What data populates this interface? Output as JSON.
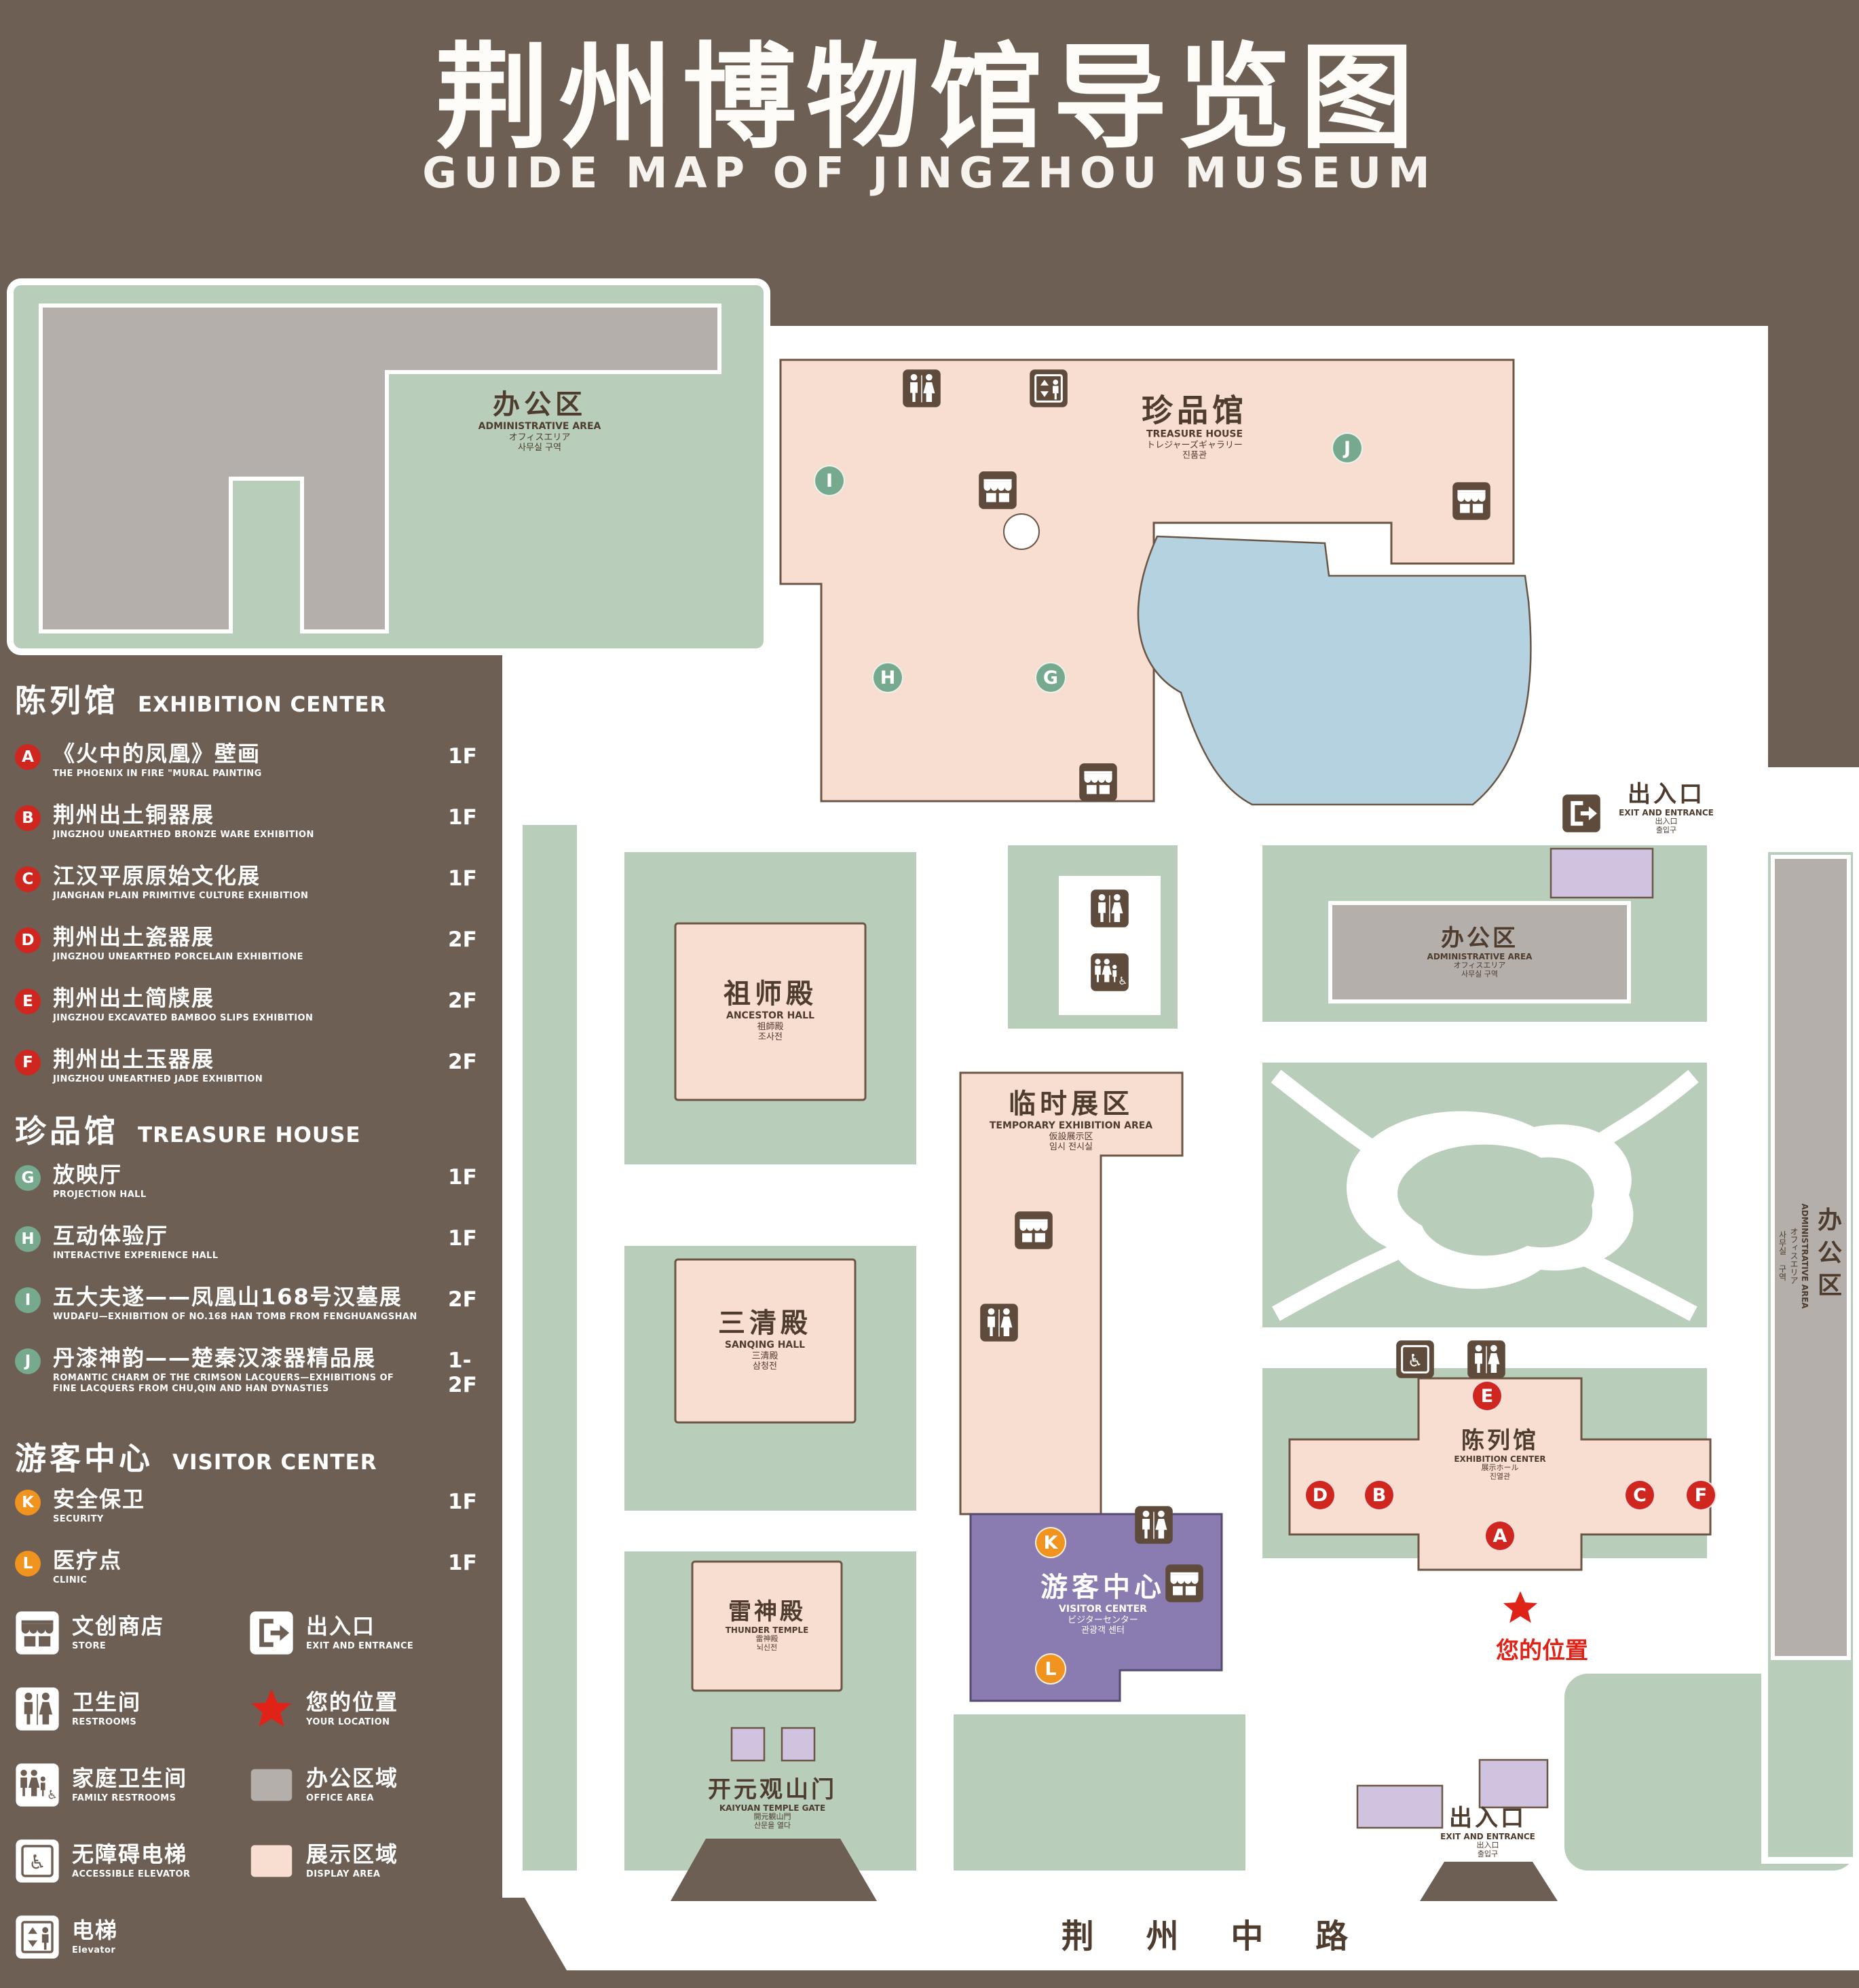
{
  "header": {
    "title": "荆州博物馆导览图",
    "subtitle": "GUIDE MAP OF JINGZHOU MUSEUM"
  },
  "legend": {
    "sections": [
      {
        "zh": "陈列馆",
        "en": "EXHIBITION CENTER",
        "badge_color": "#cf2720",
        "items": [
          {
            "key": "A",
            "zh": "《火中的凤凰》壁画",
            "en": "THE PHOENIX IN FIRE \"MURAL PAINTING",
            "floor": "1F"
          },
          {
            "key": "B",
            "zh": "荆州出土铜器展",
            "en": "JINGZHOU UNEARTHED BRONZE WARE EXHIBITION",
            "floor": "1F"
          },
          {
            "key": "C",
            "zh": "江汉平原原始文化展",
            "en": "JIANGHAN PLAIN PRIMITIVE CULTURE EXHIBITION",
            "floor": "1F"
          },
          {
            "key": "D",
            "zh": "荆州出土瓷器展",
            "en": "JINGZHOU UNEARTHED PORCELAIN EXHIBITIONE",
            "floor": "2F"
          },
          {
            "key": "E",
            "zh": "荆州出土简牍展",
            "en": "JINGZHOU EXCAVATED BAMBOO SLIPS EXHIBITION",
            "floor": "2F"
          },
          {
            "key": "F",
            "zh": "荆州出土玉器展",
            "en": "JINGZHOU UNEARTHED JADE EXHIBITION",
            "floor": "2F"
          }
        ]
      },
      {
        "zh": "珍品馆",
        "en": "TREASURE HOUSE",
        "badge_color": "#76a98e",
        "items": [
          {
            "key": "G",
            "zh": "放映厅",
            "en": "PROJECTION HALL",
            "floor": "1F"
          },
          {
            "key": "H",
            "zh": "互动体验厅",
            "en": "INTERACTIVE EXPERIENCE HALL",
            "floor": "1F"
          },
          {
            "key": "I",
            "zh": "五大夫遂——凤凰山168号汉墓展",
            "en": "WUDAFU—EXHIBITION OF NO.168 HAN TOMB FROM FENGHUANGSHAN",
            "floor": "2F"
          },
          {
            "key": "J",
            "zh": "丹漆神韵——楚秦汉漆器精品展",
            "en": "ROMANTIC CHARM OF THE CRIMSON LACQUERS—EXHIBITIONS OF FINE LACQUERS FROM CHU,QIN AND HAN DYNASTIES",
            "floor": "1-2F"
          }
        ]
      },
      {
        "zh": "游客中心",
        "en": "VISITOR CENTER",
        "badge_color": "#f0931f",
        "items": [
          {
            "key": "K",
            "zh": "安全保卫",
            "en": "SECURITY",
            "floor": "1F"
          },
          {
            "key": "L",
            "zh": "医疗点",
            "en": "CLINIC",
            "floor": "1F"
          }
        ]
      }
    ],
    "symbols": [
      {
        "icon": "store",
        "zh": "文创商店",
        "en": "STORE"
      },
      {
        "icon": "exit",
        "zh": "出入口",
        "en": "EXIT AND ENTRANCE"
      },
      {
        "icon": "restroom",
        "zh": "卫生间",
        "en": "RESTROOMS"
      },
      {
        "icon": "location",
        "zh": "您的位置",
        "en": "YOUR LOCATION"
      },
      {
        "icon": "family-restroom",
        "zh": "家庭卫生间",
        "en": "FAMILY RESTROOMS"
      },
      {
        "icon": "office-swatch",
        "zh": "办公区域",
        "en": "OFFICE AREA"
      },
      {
        "icon": "accessible-elevator",
        "zh": "无障碍电梯",
        "en": "ACCESSIBLE ELEVATOR"
      },
      {
        "icon": "display-swatch",
        "zh": "展示区域",
        "en": "DISPLAY AREA"
      },
      {
        "icon": "elevator",
        "zh": "电梯",
        "en": "Elevator"
      }
    ]
  },
  "map": {
    "labels": {
      "admin": {
        "zh": "办公区",
        "en": "ADMINISTRATIVE AREA",
        "ja": "オフィスエリア",
        "ko": "사무실 구역"
      },
      "treasure": {
        "zh": "珍品馆",
        "en": "TREASURE HOUSE",
        "ja": "トレジャーズギャラリー",
        "ko": "진품관"
      },
      "ancestor": {
        "zh": "祖师殿",
        "en": "ANCESTOR HALL",
        "ja": "祖師殿",
        "ko": "조사전"
      },
      "temporary": {
        "zh": "临时展区",
        "en": "TEMPORARY EXHIBITION AREA",
        "ja": "仮設展示区",
        "ko": "임시 전시실"
      },
      "sanqing": {
        "zh": "三清殿",
        "en": "SANQING HALL",
        "ja": "三清殿",
        "ko": "삼청전"
      },
      "thunder": {
        "zh": "雷神殿",
        "en": "THUNDER TEMPLE",
        "ja": "雷神殿",
        "ko": "뇌신전"
      },
      "visitor": {
        "zh": "游客中心",
        "en": "VISITOR CENTER",
        "ja": "ビジターセンター",
        "ko": "관광객 센터"
      },
      "exhibition": {
        "zh": "陈列馆",
        "en": "EXHIBITION CENTER",
        "ja": "展示ホール",
        "ko": "진열관"
      },
      "exit": {
        "zh": "出入口",
        "en": "EXIT AND ENTRANCE",
        "ja": "出入口",
        "ko": "출입구"
      },
      "gate": {
        "zh": "开元观山门",
        "en": "KAIYUAN TEMPLE GATE",
        "ja": "開元観山門",
        "ko": "산문을 열다"
      },
      "road": "荆 州 中 路",
      "your_location": "您的位置"
    },
    "icons": {
      "store": "awning-shopfront",
      "restroom": "man-woman-figures",
      "family-restroom": "family-figures-with-wheelchair",
      "accessible-elevator": "wheelchair-in-frame",
      "elevator": "arrows-and-person-in-frame",
      "exit": "door-with-arrow",
      "location": "red-star"
    },
    "colors": {
      "background": "#6d5f54",
      "lawn": "#b8ceba",
      "display_area": "#f8ddd1",
      "office_area": "#b4afaa",
      "water": "#b5d2e0",
      "visitor_center": "#8a7bb0",
      "gate_block": "#cfc3e0",
      "badge_red": "#cf2720",
      "badge_green": "#76a98e",
      "badge_orange": "#f0931f",
      "location_red": "#e02318",
      "map_text": "#4e3c2e"
    }
  }
}
